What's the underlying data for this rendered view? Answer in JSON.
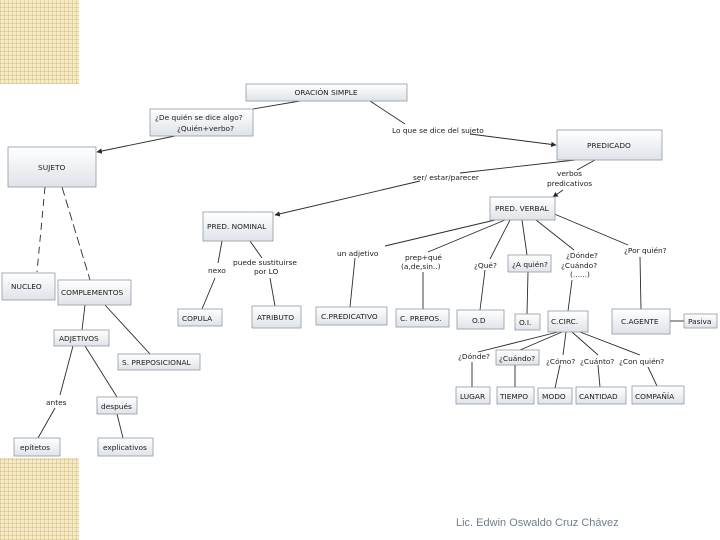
{
  "nodes": {
    "oracion_simple": "ORACIÓN SIMPLE",
    "sujeto": "SUJETO",
    "predicado": "PREDICADO",
    "pred_nominal": "PRED. NOMINAL",
    "pred_verbal": "PRED. VERBAL",
    "nucleo": "NUCLEO",
    "complementos": "COMPLEMENTOS",
    "adjetivos": "ADJETIVOS",
    "s_preposicional": "S. PREPOSICIONAL",
    "copula": "COPULA",
    "atributo": "ATRIBUTO",
    "c_predicativo": "C.PREDICATIVO",
    "c_prepos": "C. PREPOS.",
    "od": "O.D",
    "oi": "O.I.",
    "c_circ": "C.CIRC.",
    "c_agente": "C.AGENTE",
    "pasiva": "Pasiva",
    "epitetos": "epítetos",
    "explicativos": "explicativos",
    "despues": "después",
    "a_quien": "¿A quién?",
    "cuando": "¿Cuándo?",
    "lugar": "LUGAR",
    "tiempo": "TIEMPO",
    "modo": "MODO",
    "cantidad": "CANTIDAD",
    "compania": "COMPAÑÍA",
    "de_quien_1": "¿De quién se dice algo?",
    "de_quien_2": "¿Quién+verbo?"
  },
  "labels": {
    "lo_que_se_dice": "Lo que se dice del sujeto",
    "ser_estar": "ser/ estar/parecer",
    "verbos_1": "verbos",
    "verbos_2": "predicativos",
    "nexo": "nexo",
    "puede_1": "puede sustituirse",
    "puede_2": "por LO",
    "un_adjetivo": "un adjetivo",
    "prep_que_1": "prep+qué",
    "prep_que_2": "(a,de,sin..)",
    "que": "¿Qué?",
    "donde_1": "¿Dónde?",
    "donde_2": "¿Cuándo?",
    "donde_3": "(......)",
    "por_quien": "¿Por quién?",
    "antes": "antes",
    "donde_circ": "¿Dónde?",
    "como": "¿Cómo?",
    "cuanto": "¿Cuánto?",
    "con_quien": "¿Con quién?"
  },
  "footer": "Lic. Edwin Oswaldo Cruz Chávez",
  "colors": {
    "box_top": "#ffffff",
    "box_bottom": "#dfe3e8",
    "box_border": "#8f9aa6",
    "footer": "#6f7e91",
    "corner": "#f6ebc9"
  }
}
